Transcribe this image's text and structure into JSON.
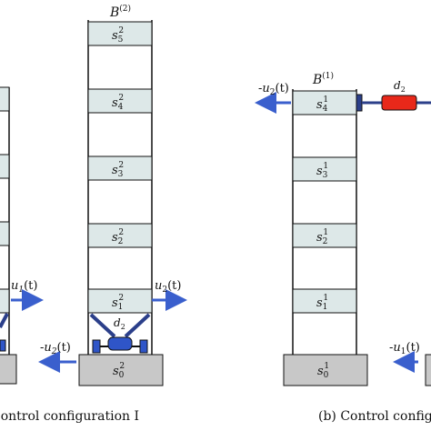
{
  "left_building": {
    "title": "B",
    "title_sup": "(2)",
    "floors": [
      {
        "base": "s",
        "sup": "2",
        "sub": "5"
      },
      {
        "base": "s",
        "sup": "2",
        "sub": "4"
      },
      {
        "base": "s",
        "sup": "2",
        "sub": "3"
      },
      {
        "base": "s",
        "sup": "2",
        "sub": "2"
      },
      {
        "base": "s",
        "sup": "2",
        "sub": "1"
      }
    ],
    "ground": {
      "base": "s",
      "sup": "2",
      "sub": "0"
    },
    "damper": {
      "base": "d",
      "sub": "2"
    }
  },
  "right_building": {
    "title": "B",
    "title_sup": "(1)",
    "floors": [
      {
        "base": "s",
        "sup": "1",
        "sub": "4"
      },
      {
        "base": "s",
        "sup": "1",
        "sub": "3"
      },
      {
        "base": "s",
        "sup": "1",
        "sub": "2"
      },
      {
        "base": "s",
        "sup": "1",
        "sub": "1"
      }
    ],
    "ground": {
      "base": "s",
      "sup": "1",
      "sub": "0"
    },
    "damper": {
      "base": "d",
      "sub": "2"
    }
  },
  "forces": {
    "u1_left": "u",
    "u1_left_sub": "1",
    "u2_left": "u",
    "u2_left_sub": "2",
    "u2_ground": "-u",
    "u2_ground_sub": "2",
    "u2_right_top": "-u",
    "u2_right_top_sub": "2",
    "u1_right_ground": "-u",
    "u1_right_ground_sub": "1",
    "arg": "(t)"
  },
  "captions": {
    "left": "Control configuration I",
    "left_visible": "Control configuration I",
    "right": "(b) Control configu"
  },
  "colors": {
    "floor": "#dde8e8",
    "ground": "#c8c8c8",
    "arrow": "#3a5fcd",
    "damper_red": "#e8281a",
    "damper_blue": "#2f55c8",
    "brace": "#2b3f8a"
  }
}
